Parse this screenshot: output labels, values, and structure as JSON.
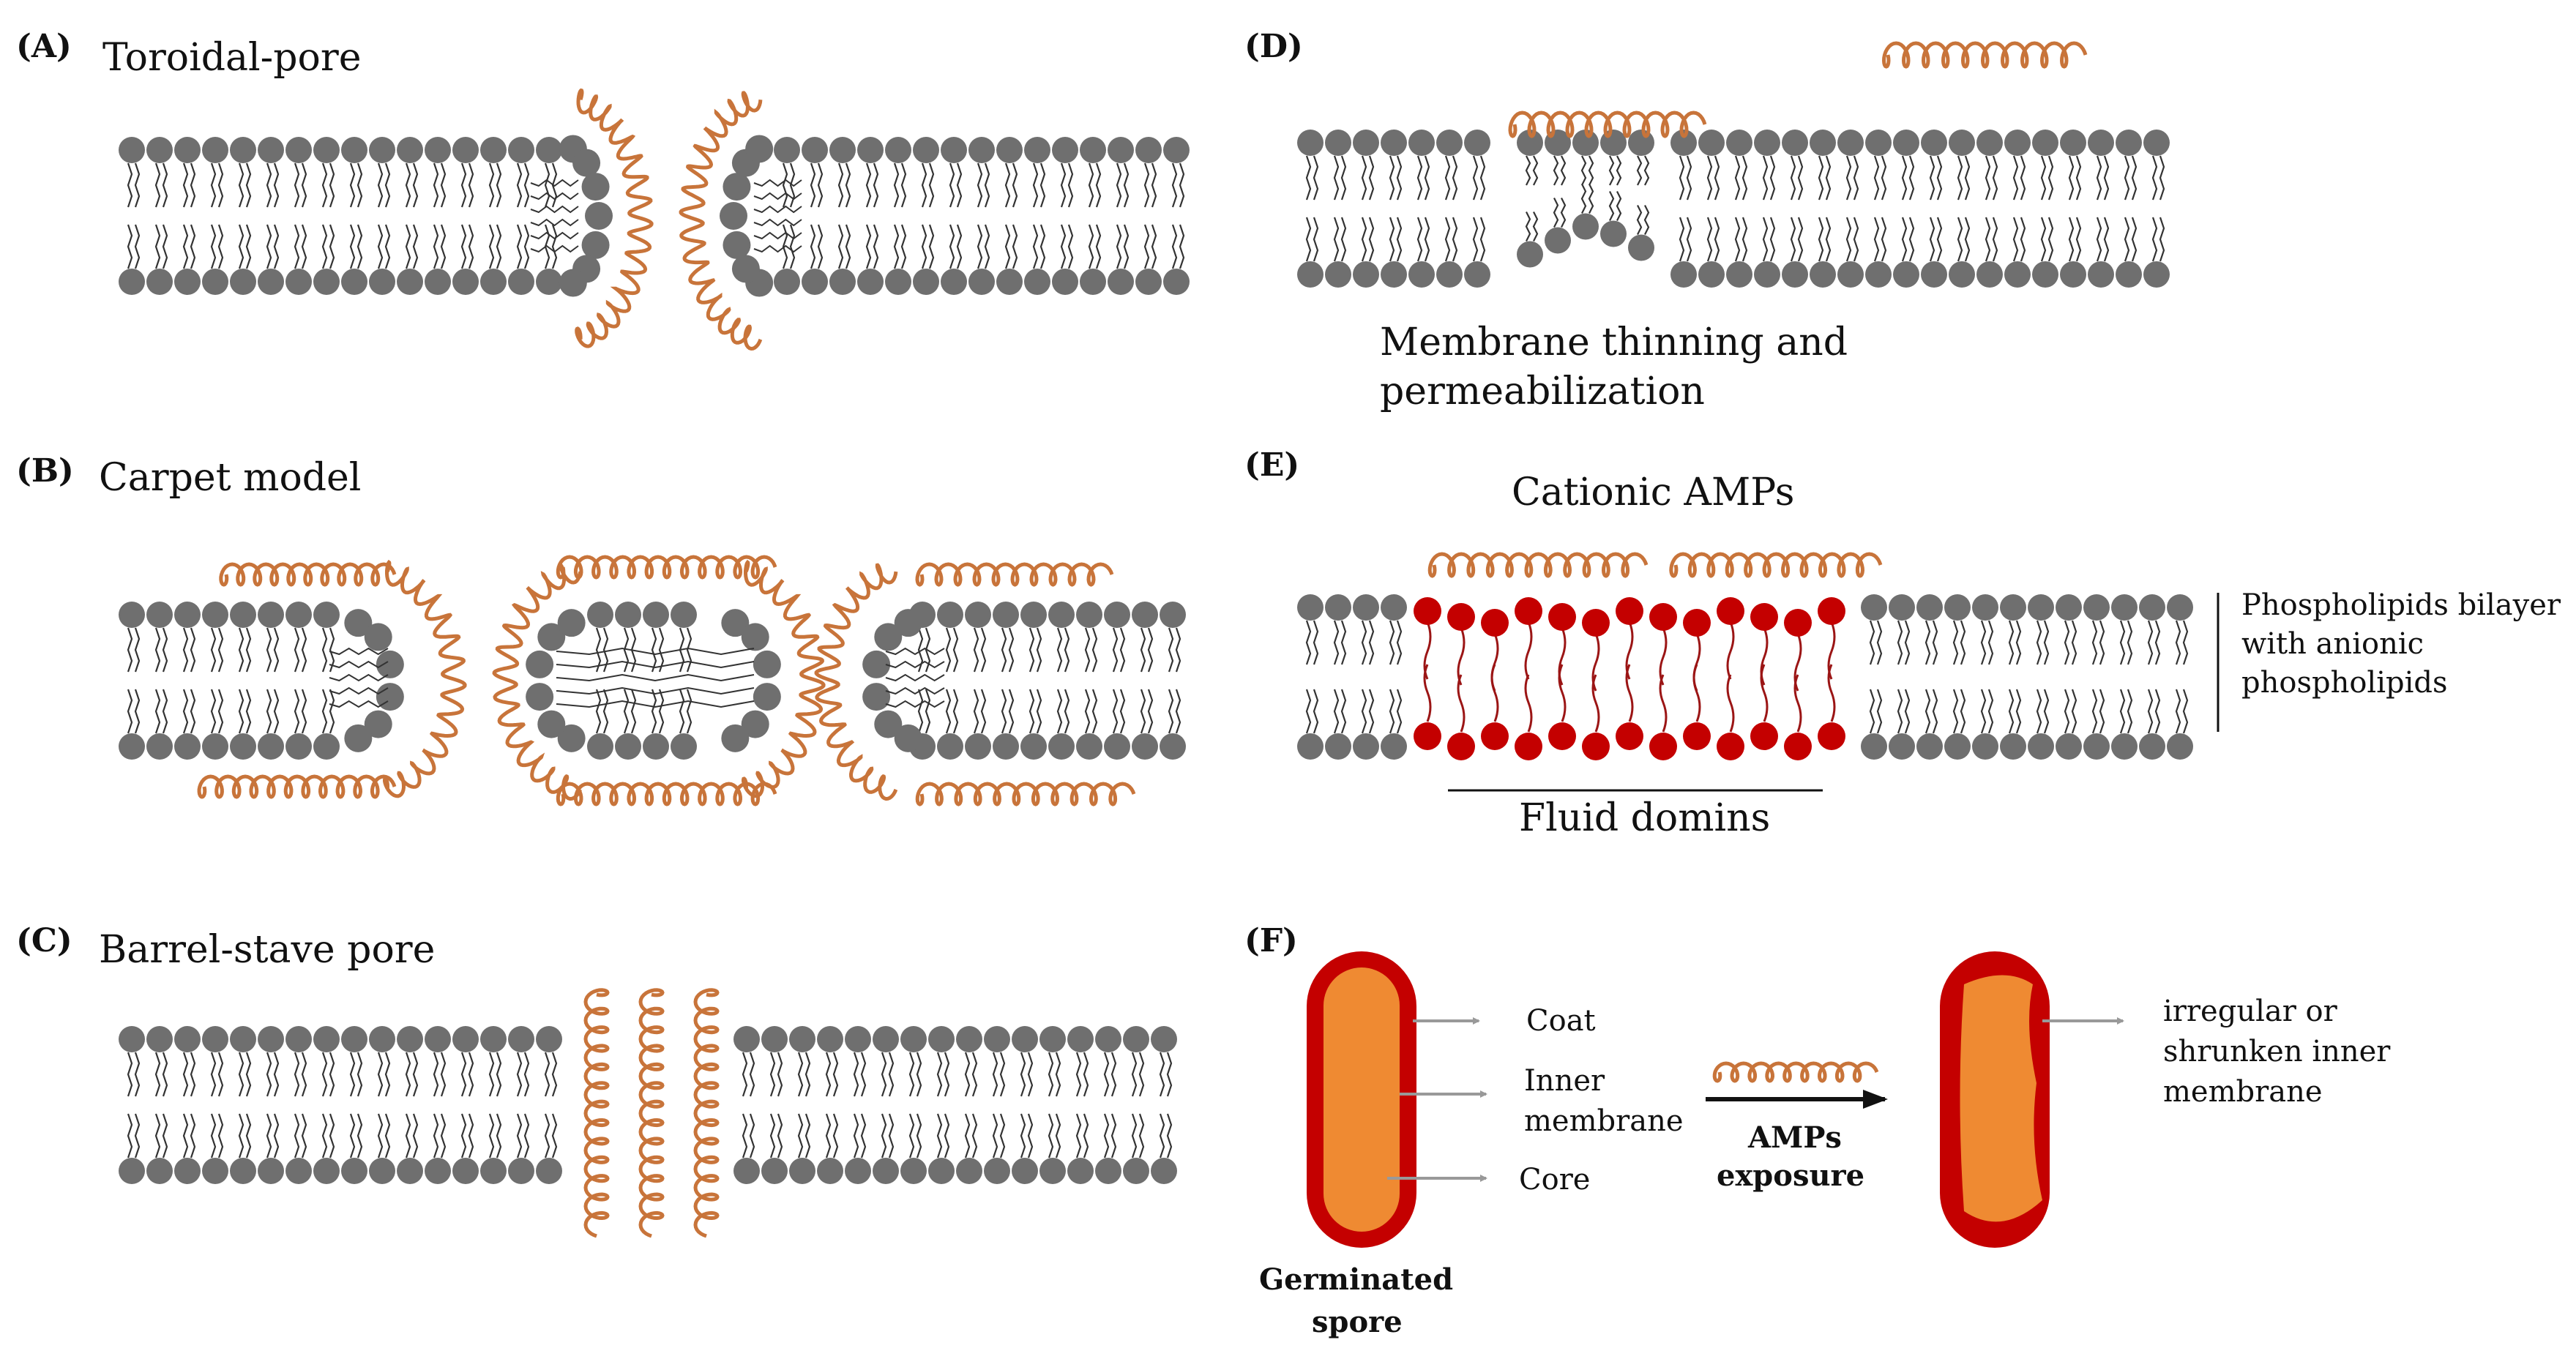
{
  "colors": {
    "head": "#6f6f6f",
    "head_light": "#8a8a8a",
    "tail": "#333333",
    "helix": "#c8743a",
    "anionic": "#c40000",
    "spore_coat": "#c40000",
    "spore_core": "#ef8a32",
    "arrow": "#999999"
  },
  "panels": {
    "A": {
      "label": "(A)",
      "title": "Toroidal-pore"
    },
    "B": {
      "label": "(B)",
      "title": "Carpet model"
    },
    "C": {
      "label": "(C)",
      "title": "Barrel-stave pore"
    },
    "D": {
      "label": "(D)",
      "caption_line1": "Membrane thinning and",
      "caption_line2": "permeabilization"
    },
    "E": {
      "label": "(E)",
      "top_label": "Cationic AMPs",
      "bottom_label": "Fluid domins",
      "side_line1": "Phospholipids bilayer",
      "side_line2": "with anionic",
      "side_line3": "phospholipids"
    },
    "F": {
      "label": "(F)",
      "coat": "Coat",
      "inner1": "Inner",
      "inner2": "membrane",
      "core": "Core",
      "spore1": "Germinated",
      "spore2": "spore",
      "amps1": "AMPs",
      "amps2": "exposure",
      "result1": "irregular or",
      "result2": "shrunken inner",
      "result3": "membrane"
    }
  }
}
